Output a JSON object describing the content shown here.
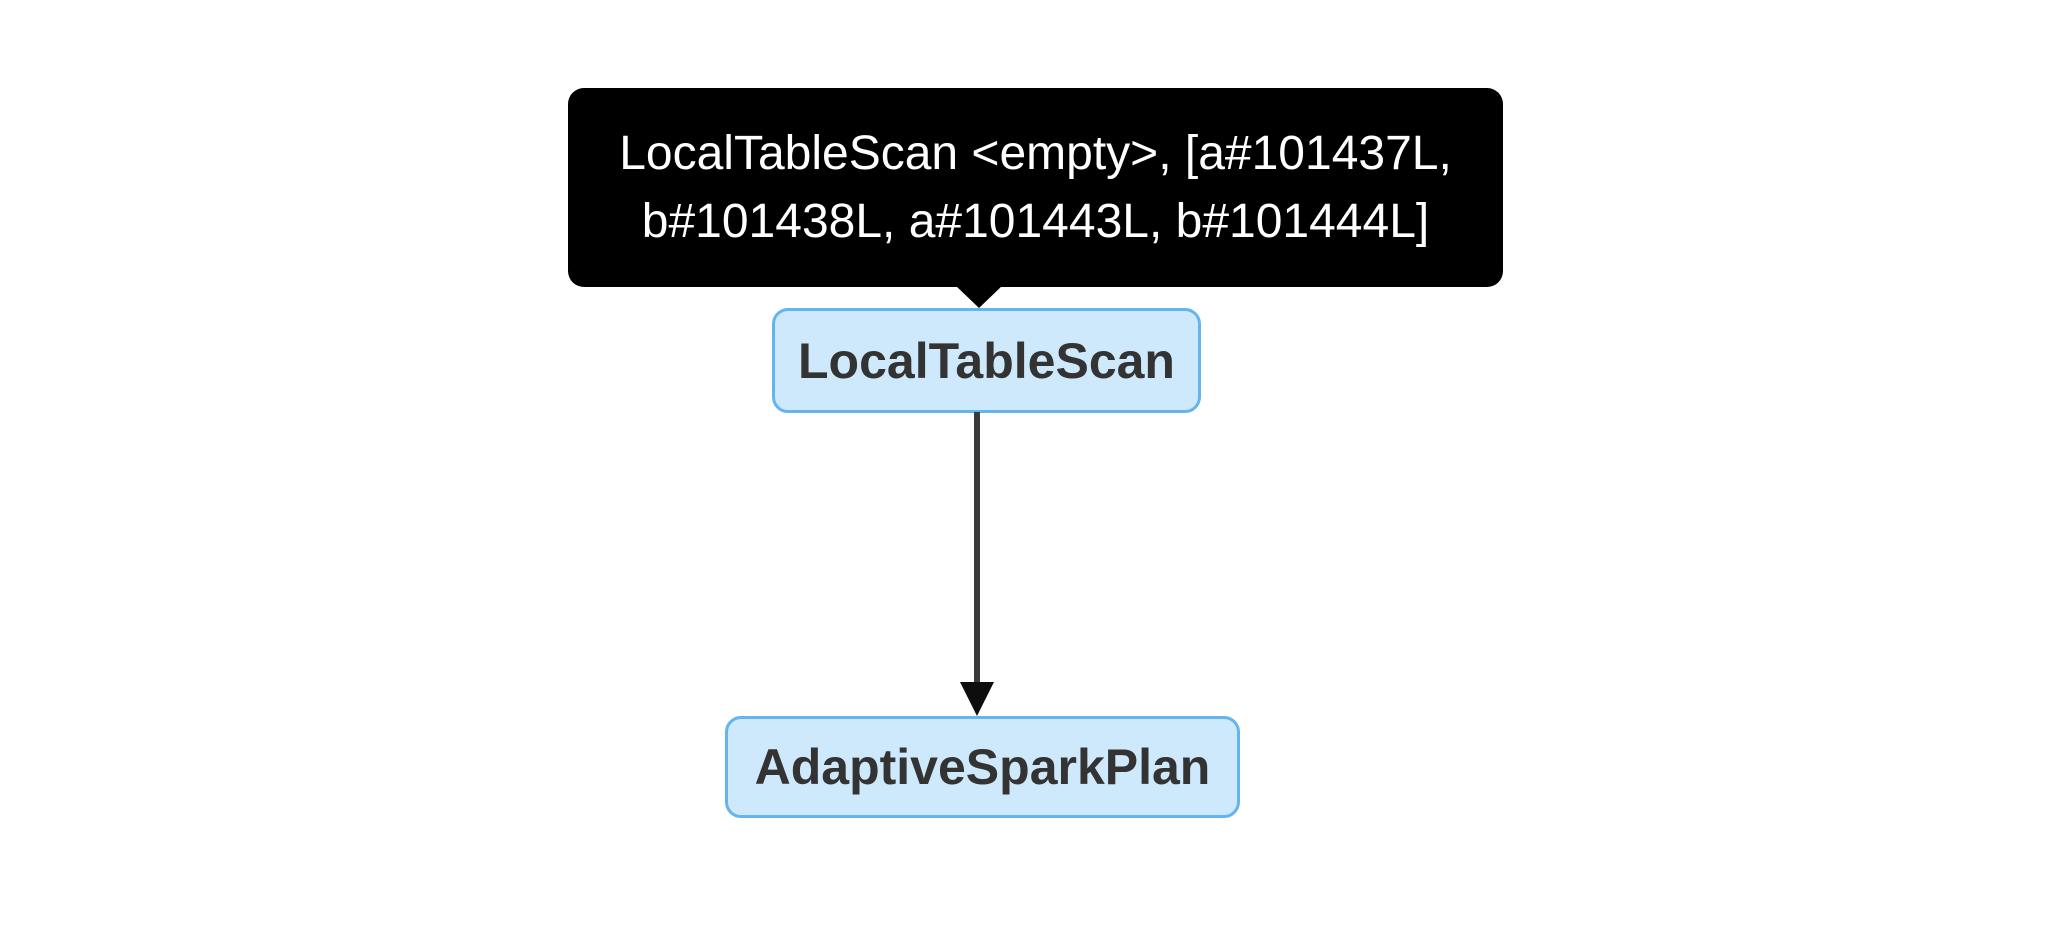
{
  "canvas": {
    "background": "#ffffff"
  },
  "tooltip": {
    "lines": [
      "LocalTableScan <empty>, [a#101437L,",
      "b#101438L, a#101443L, b#101444L]"
    ],
    "bg_color": "#000000",
    "text_color": "#ffffff"
  },
  "nodes": [
    {
      "id": "LocalTableScan",
      "label": "LocalTableScan"
    },
    {
      "id": "AdaptiveSparkPlan",
      "label": "AdaptiveSparkPlan"
    }
  ],
  "edge": {
    "from": "LocalTableScan",
    "to": "AdaptiveSparkPlan"
  },
  "colors": {
    "canvas_bg": "#ffffff",
    "node_fill": "#cee9fb",
    "node_border": "#64b5ee",
    "node_text": "#333333",
    "edge_stroke": "#3a3a3a",
    "arrowhead": "#0d0d0d",
    "tooltip_bg": "#000000",
    "tooltip_text": "#ffffff"
  }
}
